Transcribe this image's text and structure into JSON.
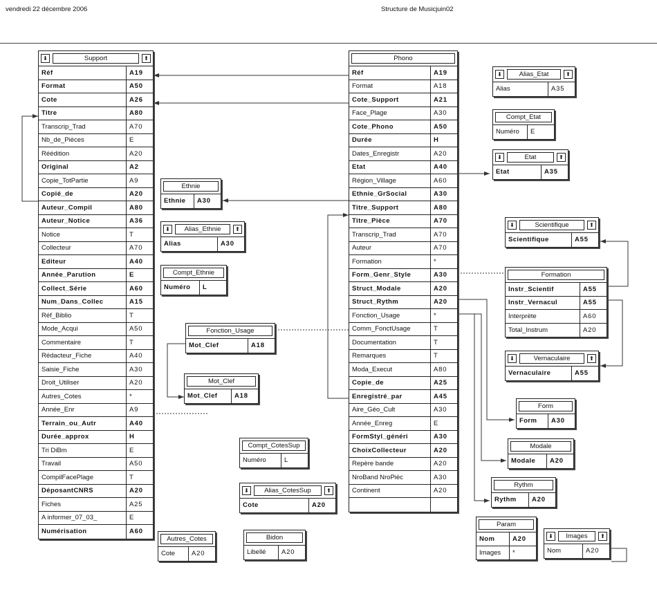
{
  "header": {
    "date": "vendredi 22 décembre 2006",
    "title": "Structure  de  Musicjuin02"
  },
  "tables": {
    "support": {
      "name": "Support",
      "rows": [
        {
          "f": "Réf",
          "t": "A19",
          "b": true
        },
        {
          "f": "Format",
          "t": "A50",
          "b": true
        },
        {
          "f": "Cote",
          "t": "A26",
          "b": true
        },
        {
          "f": "Titre",
          "t": "A80",
          "b": true
        },
        {
          "f": "Transcrip_Trad",
          "t": "A70",
          "b": false
        },
        {
          "f": "Nb_de_Pièces",
          "t": "E",
          "b": false
        },
        {
          "f": "Réédition",
          "t": "A20",
          "b": false
        },
        {
          "f": "Original",
          "t": "A2",
          "b": true
        },
        {
          "f": "Copie_TotPartie",
          "t": "A9",
          "b": false
        },
        {
          "f": "Copié_de",
          "t": "A20",
          "b": true
        },
        {
          "f": "Auteur_Compil",
          "t": "A80",
          "b": true
        },
        {
          "f": "Auteur_Notice",
          "t": "A36",
          "b": true
        },
        {
          "f": "Notice",
          "t": "T",
          "b": false
        },
        {
          "f": "Collecteur",
          "t": "A70",
          "b": false
        },
        {
          "f": "Editeur",
          "t": "A40",
          "b": true
        },
        {
          "f": "Année_Parution",
          "t": "E",
          "b": true
        },
        {
          "f": "Collect_Série",
          "t": "A60",
          "b": true
        },
        {
          "f": "Num_Dans_Collec",
          "t": "A15",
          "b": true
        },
        {
          "f": "Réf_Biblio",
          "t": "T",
          "b": false
        },
        {
          "f": "Mode_Acqui",
          "t": "A50",
          "b": false
        },
        {
          "f": "Commentaire",
          "t": "T",
          "b": false
        },
        {
          "f": "Rédacteur_Fiche",
          "t": "A40",
          "b": false
        },
        {
          "f": "Saisie_Fiche",
          "t": "A30",
          "b": false
        },
        {
          "f": "Droit_Utiliser",
          "t": "A20",
          "b": false
        },
        {
          "f": "Autres_Cotes",
          "t": "*",
          "b": false
        },
        {
          "f": "Année_Enr",
          "t": "A9",
          "b": false
        },
        {
          "f": "Terrain_ou_Autr",
          "t": "A40",
          "b": true
        },
        {
          "f": "Durée_approx",
          "t": "H",
          "b": true
        },
        {
          "f": "Tri DiBm",
          "t": "E",
          "b": false
        },
        {
          "f": "Travail",
          "t": "A50",
          "b": false
        },
        {
          "f": "CompilFacePlage",
          "t": "T",
          "b": false
        },
        {
          "f": "DéposantCNRS",
          "t": "A20",
          "b": true
        },
        {
          "f": "Fiches",
          "t": "A25",
          "b": false
        },
        {
          "f": "A informer_07_03_",
          "t": "E",
          "b": false
        },
        {
          "f": "Numérisation",
          "t": "A60",
          "b": true
        }
      ]
    },
    "phono": {
      "name": "Phono",
      "rows": [
        {
          "f": "Réf",
          "t": "A19",
          "b": true
        },
        {
          "f": "Format",
          "t": "A18",
          "b": false
        },
        {
          "f": "Cote_Support",
          "t": "A21",
          "b": true
        },
        {
          "f": "Face_Plage",
          "t": "A30",
          "b": false
        },
        {
          "f": "Cote_Phono",
          "t": "A50",
          "b": true
        },
        {
          "f": "Durée",
          "t": "H",
          "b": true
        },
        {
          "f": "Dates_Enregistr",
          "t": "A20",
          "b": false
        },
        {
          "f": "Etat",
          "t": "A40",
          "b": true
        },
        {
          "f": "Région_Village",
          "t": "A60",
          "b": false
        },
        {
          "f": "Ethnie_GrSocial",
          "t": "A30",
          "b": true
        },
        {
          "f": "Titre_Support",
          "t": "A80",
          "b": true
        },
        {
          "f": "Titre_Pièce",
          "t": "A70",
          "b": true
        },
        {
          "f": "Transcrip_Trad",
          "t": "A70",
          "b": false
        },
        {
          "f": "Auteur",
          "t": "A70",
          "b": false
        },
        {
          "f": "Formation",
          "t": "*",
          "b": false
        },
        {
          "f": "Form_Genr_Style",
          "t": "A30",
          "b": true
        },
        {
          "f": "Struct_Modale",
          "t": "A20",
          "b": true
        },
        {
          "f": "Struct_Rythm",
          "t": "A20",
          "b": true
        },
        {
          "f": "Fonction_Usage",
          "t": "*",
          "b": false
        },
        {
          "f": "Comm_FonctUsage",
          "t": "T",
          "b": false
        },
        {
          "f": "Documentation",
          "t": "T",
          "b": false
        },
        {
          "f": "Remarques",
          "t": "T",
          "b": false
        },
        {
          "f": "Moda_Execut",
          "t": "A80",
          "b": false
        },
        {
          "f": "Copie_de",
          "t": "A25",
          "b": true
        },
        {
          "f": "Enregistré_par",
          "t": "A45",
          "b": true
        },
        {
          "f": "Aire_Géo_Cult",
          "t": "A30",
          "b": false
        },
        {
          "f": "Année_Enreg",
          "t": "E",
          "b": false
        },
        {
          "f": "FormStyl_généri",
          "t": "A30",
          "b": true
        },
        {
          "f": "ChoixCollecteur",
          "t": "A20",
          "b": true
        },
        {
          "f": "Repère bande",
          "t": "A20",
          "b": false
        },
        {
          "f": "NroBand NroPièc",
          "t": "A30",
          "b": false
        },
        {
          "f": "Continent",
          "t": "A20",
          "b": false
        },
        {
          "f": "",
          "t": "",
          "b": false
        }
      ]
    },
    "alias_etat": {
      "name": "Alias_Etat",
      "rows": [
        {
          "f": "Alias",
          "t": "A35",
          "b": false
        }
      ]
    },
    "compt_etat": {
      "name": "Compt_Etat",
      "rows": [
        {
          "f": "Numéro",
          "t": "E",
          "b": false
        }
      ]
    },
    "etat": {
      "name": "Etat",
      "rows": [
        {
          "f": "Etat",
          "t": "A35",
          "b": true
        }
      ]
    },
    "ethnie": {
      "name": "Ethnie",
      "rows": [
        {
          "f": "Ethnie",
          "t": "A30",
          "b": true
        }
      ]
    },
    "alias_ethnie": {
      "name": "Alias_Ethnie",
      "rows": [
        {
          "f": "Alias",
          "t": "A30",
          "b": true
        }
      ]
    },
    "compt_ethnie": {
      "name": "Compt_Ethnie",
      "rows": [
        {
          "f": "Numéro",
          "t": "L",
          "b": true
        }
      ]
    },
    "fonction_usage": {
      "name": "Fonction_Usage",
      "rows": [
        {
          "f": "Mot_Clef",
          "t": "A18",
          "b": true
        }
      ]
    },
    "mot_clef": {
      "name": "Mot_Clef",
      "rows": [
        {
          "f": "Mot_Clef",
          "t": "A18",
          "b": true
        }
      ]
    },
    "scientifique": {
      "name": "Scientifique",
      "rows": [
        {
          "f": "Scientifique",
          "t": "A55",
          "b": true
        }
      ]
    },
    "formation": {
      "name": "Formation",
      "rows": [
        {
          "f": "Instr_Scientif",
          "t": "A55",
          "b": true
        },
        {
          "f": "Instr_Vernacul",
          "t": "A55",
          "b": true
        },
        {
          "f": "Interprète",
          "t": "A60",
          "b": false
        },
        {
          "f": "Total_Instrum",
          "t": "A20",
          "b": false
        }
      ]
    },
    "vernaculaire": {
      "name": "Vernaculaire",
      "rows": [
        {
          "f": "Vernaculaire",
          "t": "A55",
          "b": true
        }
      ]
    },
    "form": {
      "name": "Form",
      "rows": [
        {
          "f": "Form",
          "t": "A30",
          "b": true
        }
      ]
    },
    "modale": {
      "name": "Modale",
      "rows": [
        {
          "f": "Modale",
          "t": "A20",
          "b": true
        }
      ]
    },
    "rythm": {
      "name": "Rythm",
      "rows": [
        {
          "f": "Rythm",
          "t": "A20",
          "b": true
        }
      ]
    },
    "param": {
      "name": "Param",
      "rows": [
        {
          "f": "Nom",
          "t": "A20",
          "b": true
        },
        {
          "f": "Images",
          "t": "*",
          "b": false
        }
      ]
    },
    "images": {
      "name": "Images",
      "rows": [
        {
          "f": "Nom",
          "t": "A20",
          "b": false
        }
      ]
    },
    "compt_cotessup": {
      "name": "Compt_CotesSup",
      "rows": [
        {
          "f": "Numéro",
          "t": "L",
          "b": false
        }
      ]
    },
    "alias_cotessup": {
      "name": "Alias_CotesSup",
      "rows": [
        {
          "f": "Cote",
          "t": "A20",
          "b": true
        }
      ]
    },
    "autres_cotes": {
      "name": "Autres_Cotes",
      "rows": [
        {
          "f": "Cote",
          "t": "A20",
          "b": false
        }
      ]
    },
    "bidon": {
      "name": "Bidon",
      "rows": [
        {
          "f": "Libellé",
          "t": "A20",
          "b": false
        }
      ]
    }
  }
}
